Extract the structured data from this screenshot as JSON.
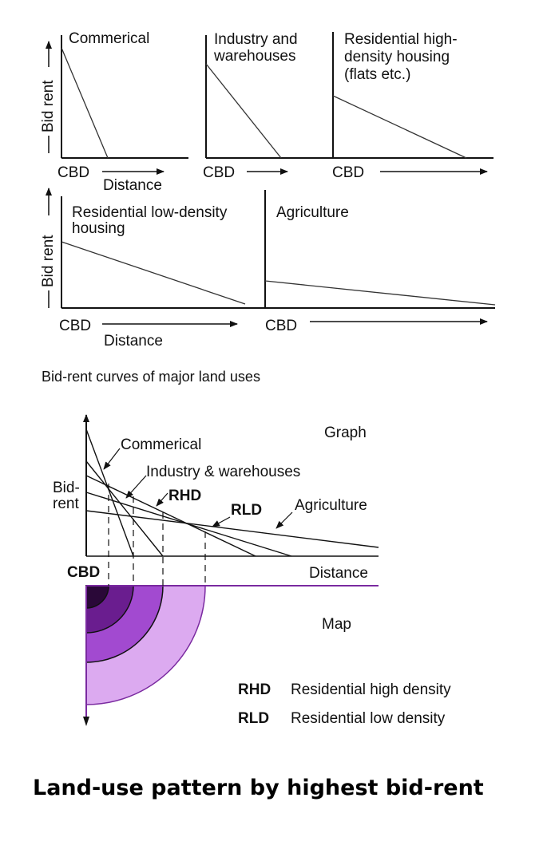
{
  "top_panels": {
    "y_axis_label": "Bid rent",
    "x_axis_label": "Distance",
    "origin_label": "CBD",
    "panels": [
      {
        "lines": [
          "Commerical"
        ]
      },
      {
        "lines": [
          "Industry and",
          "warehouses"
        ]
      },
      {
        "lines": [
          "Residential high-",
          "density housing",
          "(flats etc.)"
        ]
      },
      {
        "lines": [
          "Residential low-density",
          "housing"
        ]
      },
      {
        "lines": [
          "Agriculture"
        ]
      }
    ],
    "caption": "Bid-rent curves of major land uses"
  },
  "combined": {
    "graph_label": "Graph",
    "map_label": "Map",
    "y_axis_label": [
      "Bid-",
      "rent"
    ],
    "x_axis_label": "Distance",
    "origin_label": "CBD",
    "curve_labels": [
      "Commerical",
      "Industry & warehouses",
      "RHD",
      "RLD",
      "Agriculture"
    ],
    "legend": [
      {
        "abbr": "RHD",
        "text": "Residential high density"
      },
      {
        "abbr": "RLD",
        "text": "Residential low density"
      }
    ],
    "zone_colors": [
      "#2a0838",
      "#6a1d8f",
      "#a24ad0",
      "#dcaaf0"
    ]
  },
  "footer_title": "Land-use pattern by highest bid-rent"
}
